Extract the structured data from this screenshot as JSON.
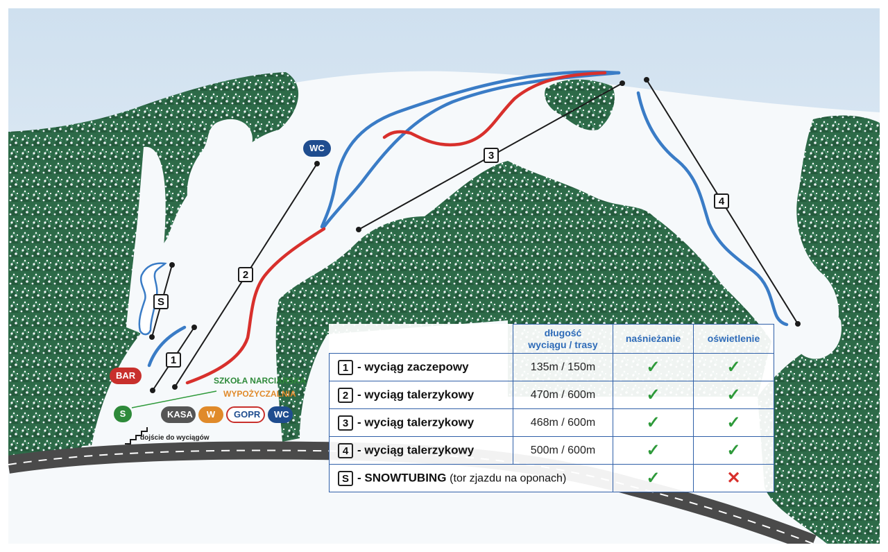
{
  "table": {
    "headers": {
      "length_line1": "długość",
      "length_line2": "wyciągu / trasy",
      "snowmaking": "naśnieżanie",
      "lighting": "oświetlenie"
    },
    "rows": [
      {
        "id": "1",
        "name": "- wyciąg zaczepowy",
        "note": "",
        "length": "135m / 150m",
        "snowmaking": "✓",
        "lighting": "✓"
      },
      {
        "id": "2",
        "name": "- wyciąg talerzykowy",
        "note": "",
        "length": "470m / 600m",
        "snowmaking": "✓",
        "lighting": "✓"
      },
      {
        "id": "3",
        "name": "- wyciąg talerzykowy",
        "note": "",
        "length": "468m / 600m",
        "snowmaking": "✓",
        "lighting": "✓"
      },
      {
        "id": "4",
        "name": "- wyciąg talerzykowy",
        "note": "",
        "length": "500m / 600m",
        "snowmaking": "✓",
        "lighting": "✓"
      },
      {
        "id": "S",
        "name": "- SNOWTUBING",
        "note": "(tor zjazdu na oponach)",
        "length": "",
        "snowmaking": "✓",
        "lighting": "✕"
      }
    ]
  },
  "map": {
    "lift_labels": [
      "1",
      "2",
      "3",
      "4",
      "S"
    ],
    "badges": {
      "wc_top": "WC",
      "bar": "BAR",
      "s": "S",
      "kasa": "KASA",
      "w": "W",
      "gopr": "GOPR",
      "wc_bottom": "WC"
    },
    "labels": {
      "ski_school": "SZKOŁA NARCIARSKA",
      "rental": "WYPOŻYCZALNIA",
      "walkway": "dojście do wyciągów"
    }
  },
  "colors": {
    "blue_run": "#3a7cc6",
    "red_run": "#d8302c",
    "forest": "#2e6b4a",
    "road": "#4a4a4a",
    "table_border": "#2f5fa8",
    "header_text": "#2e6bb8",
    "check": "#2e9a3a",
    "cross": "#d8302c"
  }
}
